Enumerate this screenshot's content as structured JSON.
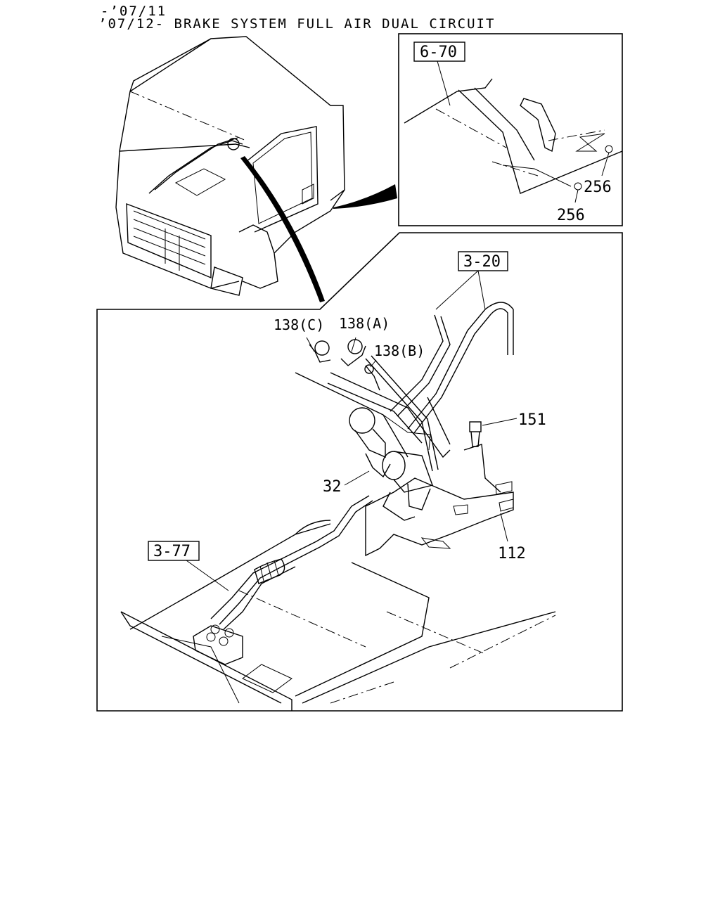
{
  "header": {
    "line1": "-’07/11",
    "line2": "’07/12-  BRAKE SYSTEM FULL AIR DUAL CIRCUIT"
  },
  "refs": {
    "r670": "6-70",
    "r320": "3-20",
    "r377": "3-77"
  },
  "callouts": {
    "p256a": "256",
    "p256b": "256",
    "p138c": "138(C)",
    "p138a": "138(A)",
    "p138b": "138(B)",
    "p151": "151",
    "p32": "32",
    "p112": "112"
  }
}
